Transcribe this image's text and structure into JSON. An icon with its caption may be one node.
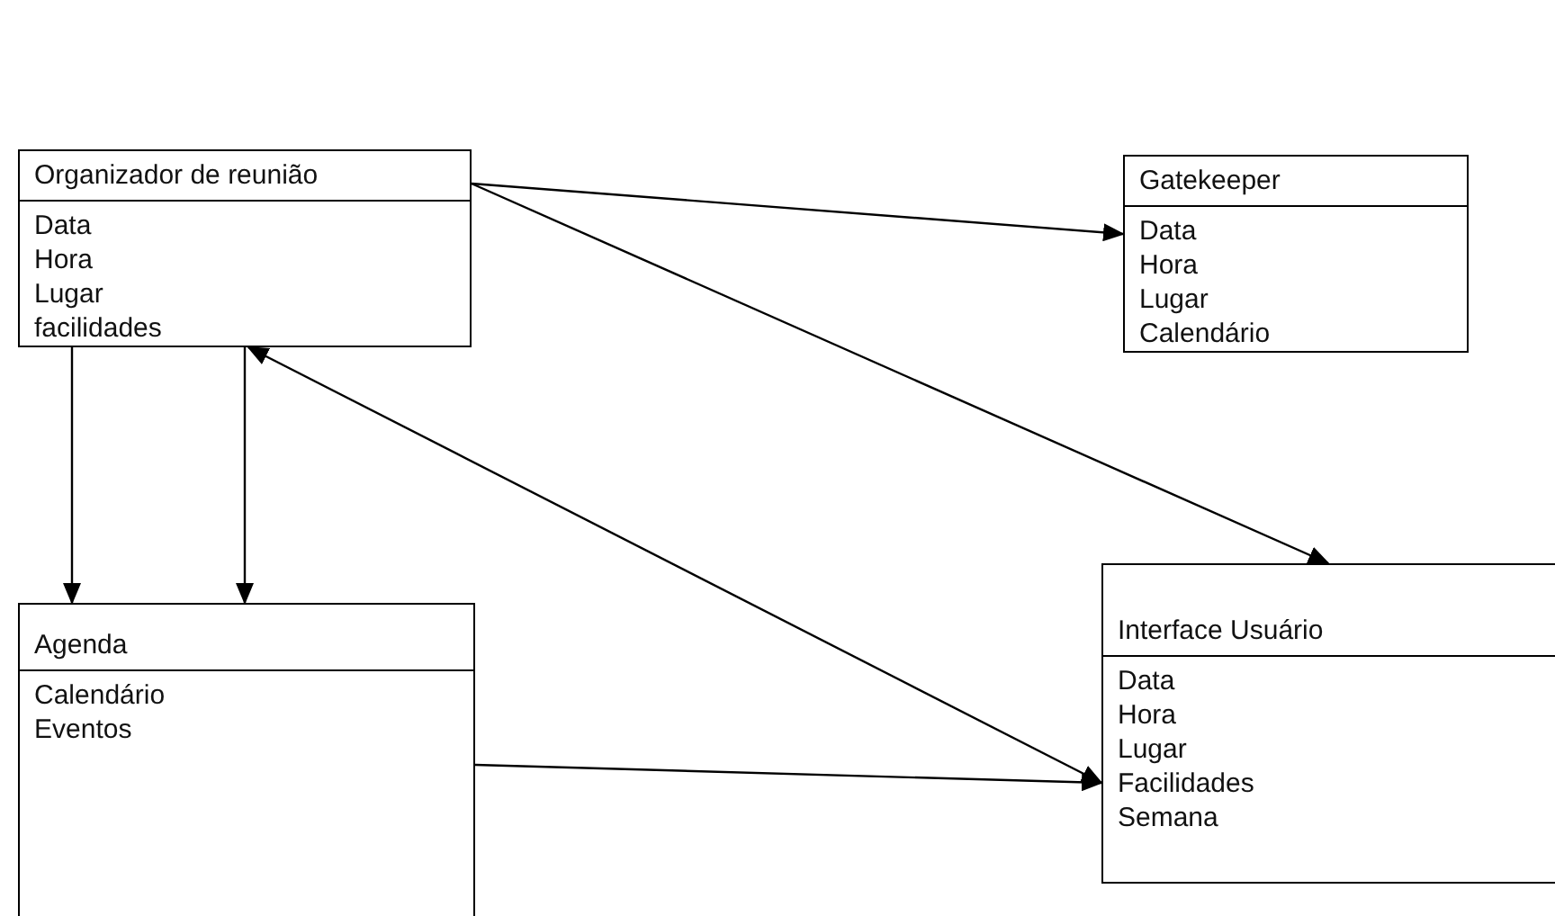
{
  "diagram": {
    "nodes": [
      {
        "text": [
          "Organizador de reunião",
          "Data",
          "Hora",
          "Lugar",
          "facilidades"
        ]
      },
      {
        "text": [
          "Gatekeeper",
          "Data",
          "Hora",
          "Lugar",
          "Calendário"
        ]
      },
      {
        "text": [
          "Agenda",
          "Calendário",
          "Eventos"
        ]
      },
      {
        "text": [
          "Interface Usuário",
          "Data",
          "Hora",
          "Lugar",
          "Facilidades",
          "Semana"
        ]
      }
    ],
    "edges": [
      {
        "from": 0,
        "to": 1,
        "arrow": "to"
      },
      {
        "from": 0,
        "to": 3,
        "arrow": "to"
      },
      {
        "from": 3,
        "to": 0,
        "arrow": "both"
      },
      {
        "from": 0,
        "to": 2,
        "arrow": "to"
      },
      {
        "from": 0,
        "to": 2,
        "arrow": "to"
      },
      {
        "from": 2,
        "to": 3,
        "arrow": "to"
      }
    ]
  }
}
